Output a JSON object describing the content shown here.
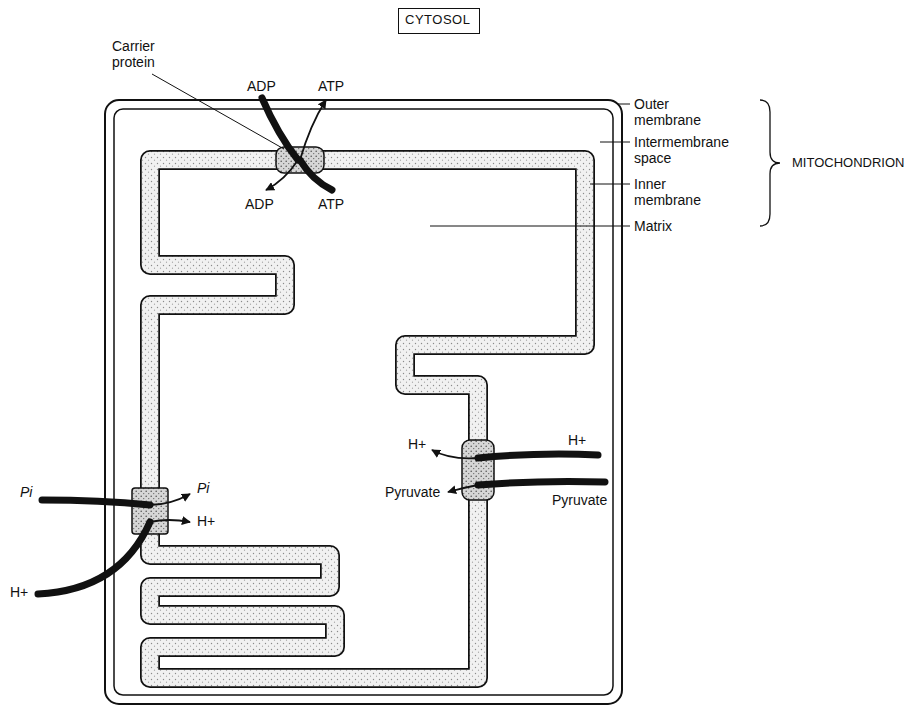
{
  "diagram": {
    "nodes": [
      {
        "text": [
          "CYTOSOL"
        ]
      }
    ],
    "labels": [
      "Carrier protein",
      "ADP",
      "ATP",
      "Outer membrane",
      "Intermembrane space",
      "MITOCHONDRION",
      "ADP",
      "ATP",
      "Inner membrane",
      "Matrix",
      "H+",
      "H+",
      "Pi",
      "Pi",
      "H+",
      "Pyruvate",
      "Pyruvate",
      "H+"
    ]
  }
}
